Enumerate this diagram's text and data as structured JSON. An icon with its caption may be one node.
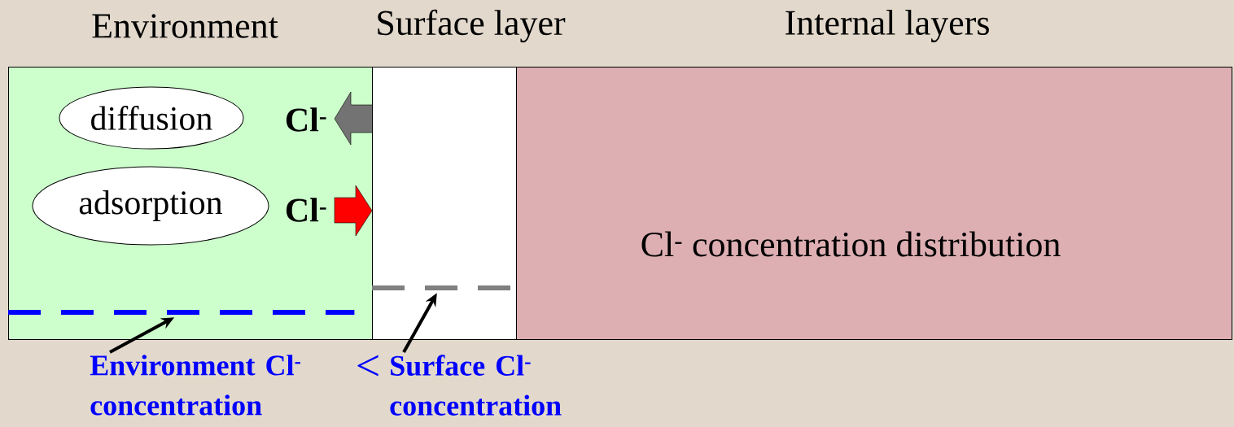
{
  "diagram": {
    "nodes": [
      {
        "text": [
          "Environment"
        ]
      },
      {
        "text": [
          "Surface layer"
        ]
      },
      {
        "text": [
          "Internal layers"
        ]
      },
      {
        "text": [
          "diffusion"
        ],
        "in": 0
      },
      {
        "text": [
          "adsorption"
        ],
        "in": 0
      },
      {
        "text": [],
        "shape": "line",
        "in": 0
      },
      {
        "text": [],
        "shape": "line",
        "in": 1
      },
      {
        "text": [
          "Environment Cl$^{-}$ concentration"
        ]
      },
      {
        "text": [
          "Surface Cl$^{-}$ concentration"
        ]
      }
    ],
    "edges": [
      {
        "from": 7,
        "to": 5,
        "arrow": "to"
      },
      {
        "from": 8,
        "to": 6,
        "arrow": "to"
      }
    ],
    "labels": [
      "Cl$^{-}$",
      "Cl$^{-}$",
      "Cl$^{-}$ concentration distribution",
      "<"
    ]
  }
}
